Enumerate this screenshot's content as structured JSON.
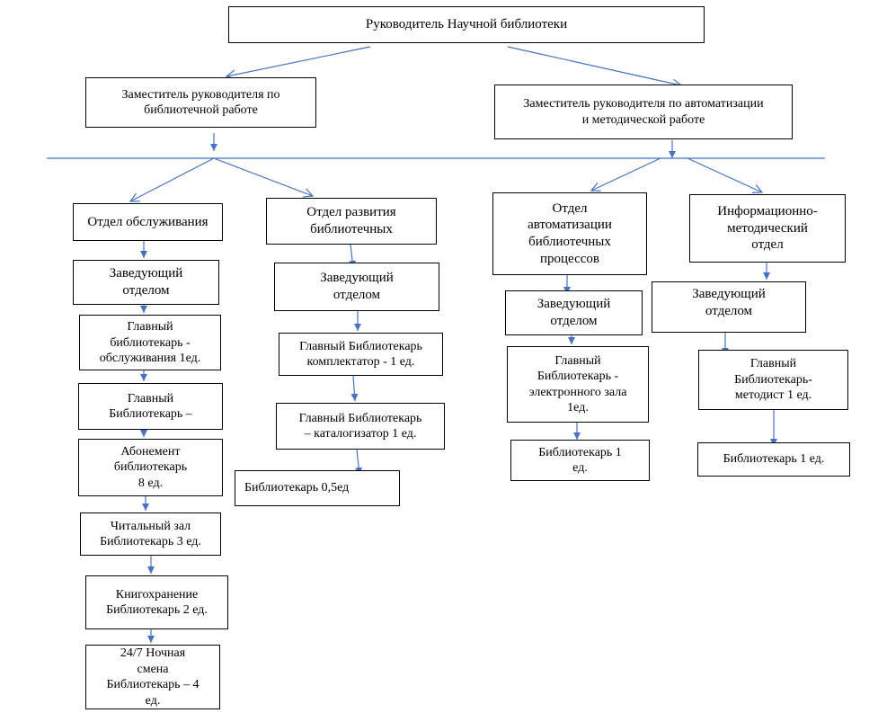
{
  "colors": {
    "arrow": "#4472c4",
    "border": "#000000"
  },
  "top": {
    "head": "Руководитель Научной библиотеки"
  },
  "deputies": {
    "library": "Заместитель руководителя  по\nбиблиотечной работе",
    "automation": "Заместитель руководителя по автоматизации\nи методической работе"
  },
  "departments": {
    "service": {
      "title": "Отдел обслуживания",
      "staff": [
        "Заведующий\nотделом",
        "Главный\nбиблиотекарь -\nобслуживания 1ед.",
        "Главный\nБиблиотекарь –",
        "Абонемент\nбиблиотекарь\n8 ед.",
        "Читальный зал\nБиблиотекарь  3 ед.",
        "Книгохранение\nБиблиотекарь 2 ед.",
        "24/7  Ночная\nсмена\nБиблиотекарь – 4\nед."
      ]
    },
    "development": {
      "title": "Отдел развития\nбиблиотечных",
      "staff": [
        "Заведующий\nотделом",
        "Главный  Библиотекарь\nкомплектатор - 1 ед.",
        "Главный  Библиотекарь\n– каталогизатор 1 ед.",
        "Библиотекарь 0,5ед"
      ]
    },
    "automation": {
      "title": "Отдел\nавтоматизации\nбиблиотечных\nпроцессов",
      "staff": [
        "Заведующий\nотделом",
        "Главный\nБиблиотекарь -\nэлектронного зала\n1ед.",
        "Библиотекарь 1\nед."
      ]
    },
    "methodical": {
      "title": "Информационно-\nметодический\nотдел",
      "staff": [
        "Заведующий\nотделом",
        "Главный\nБиблиотекарь-\nметодист 1 ед.",
        "Библиотекарь 1 ед."
      ]
    }
  }
}
